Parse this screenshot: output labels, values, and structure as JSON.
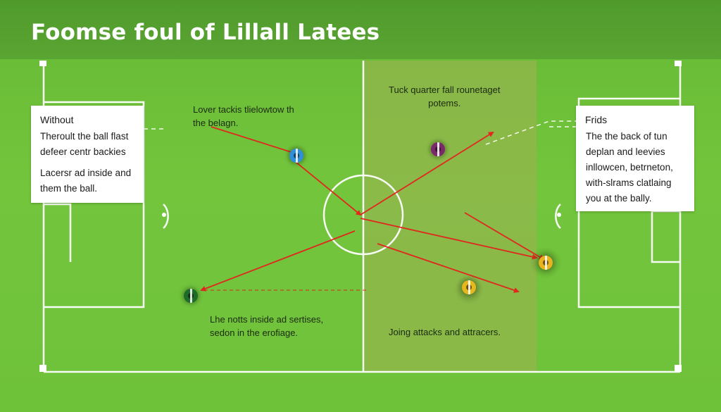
{
  "title": "Foomse foul of Lillall Latees",
  "colors": {
    "pitch_light": "#79c941",
    "pitch_band": "#93b64e",
    "header": "#529d2e",
    "arrow": "#e0281e",
    "line": "#ffffff"
  },
  "left_card": {
    "title": "Without",
    "lines": [
      "Theroult the ball flast",
      "defeer centr backies",
      "Lacersr ad inside and",
      "them the ball."
    ]
  },
  "right_card": {
    "title": "Frids",
    "lines": [
      "The the back of tun",
      "deplan and leevies",
      "inllowcen, betrneton,",
      "with-slrams clatlaing",
      "you at the bally."
    ]
  },
  "notes": {
    "top_left": [
      "Lover tackis tlielowtow th",
      "the belagn."
    ],
    "top_right": [
      "Tuck quarter fall rounetaget",
      "potems."
    ],
    "bottom_left": [
      "Lhe notts inside ad sertises,",
      "sedon in the erofiage."
    ],
    "bottom_right": [
      "Joing attacks and attracers."
    ]
  },
  "players": [
    {
      "name": "player-blue",
      "color": "#2f8fd8",
      "stripe": "#ffffff"
    },
    {
      "name": "player-purple",
      "color": "#7a2a6a",
      "stripe": "#e9d9e4"
    },
    {
      "name": "player-green",
      "color": "#1f6b2a",
      "stripe": "#ffffff"
    },
    {
      "name": "player-yellow-center",
      "color": "#e7b81c",
      "stripe": "#ffffff"
    },
    {
      "name": "player-yellow-right",
      "color": "#e9b320",
      "stripe": "#ffffff"
    }
  ]
}
